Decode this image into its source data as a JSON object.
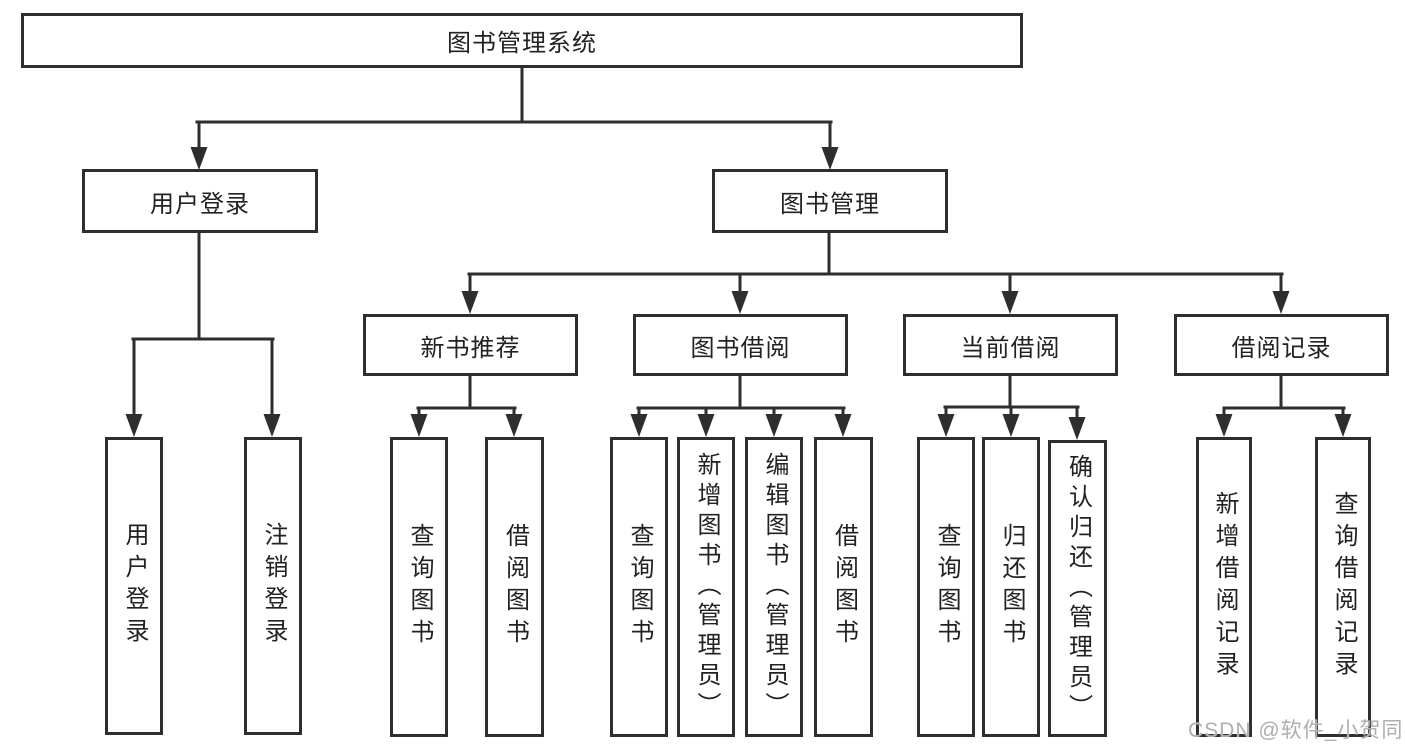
{
  "diagram_title": "图书管理系统",
  "nodes": {
    "root": {
      "label": "图书管理系统"
    },
    "user_login": {
      "label": "用户登录"
    },
    "book_mgmt": {
      "label": "图书管理"
    },
    "new_book_rec": {
      "label": "新书推荐"
    },
    "book_borrow": {
      "label": "图书借阅"
    },
    "current_borrow": {
      "label": "当前借阅"
    },
    "borrow_record": {
      "label": "借阅记录"
    },
    "leaf_user_login": {
      "label": "用户登录"
    },
    "leaf_logout": {
      "label": "注销登录"
    },
    "leaf_nbr_query": {
      "label": "查询图书"
    },
    "leaf_nbr_borrow": {
      "label": "借阅图书"
    },
    "leaf_bb_query": {
      "label": "查询图书"
    },
    "leaf_bb_add": {
      "label": "新增图书（管理员）"
    },
    "leaf_bb_edit": {
      "label": "编辑图书（管理员）"
    },
    "leaf_bb_borrow": {
      "label": "借阅图书"
    },
    "leaf_cb_query": {
      "label": "查询图书"
    },
    "leaf_cb_return": {
      "label": "归还图书"
    },
    "leaf_cb_confirm": {
      "label": "确认归还（管理员）"
    },
    "leaf_br_add": {
      "label": "新增借阅记录"
    },
    "leaf_br_query": {
      "label": "查询借阅记录"
    }
  },
  "hierarchy": {
    "root": [
      "user_login",
      "book_mgmt"
    ],
    "user_login": [
      "leaf_user_login",
      "leaf_logout"
    ],
    "book_mgmt": [
      "new_book_rec",
      "book_borrow",
      "current_borrow",
      "borrow_record"
    ],
    "new_book_rec": [
      "leaf_nbr_query",
      "leaf_nbr_borrow"
    ],
    "book_borrow": [
      "leaf_bb_query",
      "leaf_bb_add",
      "leaf_bb_edit",
      "leaf_bb_borrow"
    ],
    "current_borrow": [
      "leaf_cb_query",
      "leaf_cb_return",
      "leaf_cb_confirm"
    ],
    "borrow_record": [
      "leaf_br_add",
      "leaf_br_query"
    ]
  },
  "colors": {
    "line": "#2e2e2e",
    "box_border": "#2e2e2e",
    "text": "#222222",
    "watermark": "#aeaeae",
    "background": "#ffffff"
  },
  "watermark": {
    "text": "CSDN @软件_小贺同学"
  }
}
